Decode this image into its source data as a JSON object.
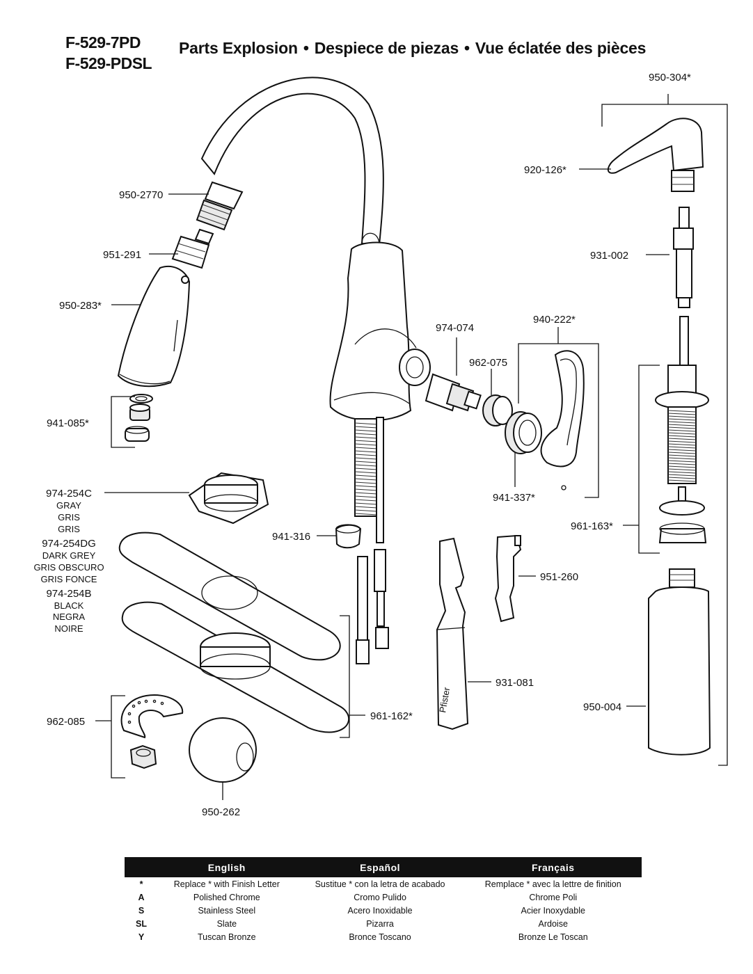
{
  "header": {
    "models": [
      "F-529-7PD",
      "F-529-PDSL"
    ],
    "title_en": "Parts Explosion",
    "title_es": "Despiece de piezas",
    "title_fr": "Vue éclatée des pièces",
    "separator": "•"
  },
  "parts": {
    "p950_304": "950-304*",
    "p920_126": "920-126*",
    "p931_002": "931-002",
    "p950_2770": "950-2770",
    "p951_291": "951-291",
    "p950_283": "950-283*",
    "p974_074": "974-074",
    "p940_222": "940-222*",
    "p962_075": "962-075",
    "p941_085": "941-085*",
    "p941_337": "941-337*",
    "p961_163": "961-163*",
    "p974_254c": "974-254C",
    "p974_254dg": "974-254DG",
    "p974_254b": "974-254B",
    "p941_316": "941-316",
    "p951_260": "951-260",
    "p931_081": "931-081",
    "p962_085": "962-085",
    "p961_162": "961-162*",
    "p950_004": "950-004",
    "p950_262": "950-262"
  },
  "finish_notes": {
    "gray": [
      "GRAY",
      "GRIS",
      "GRIS"
    ],
    "dark_grey": [
      "DARK GREY",
      "GRIS OBSCURO",
      "GRIS FONCE"
    ],
    "black": [
      "BLACK",
      "NEGRA",
      "NOIRE"
    ]
  },
  "cartridge_brand": "Pfister",
  "legend": {
    "headers": [
      "English",
      "Español",
      "Français"
    ],
    "rows": [
      {
        "code": "*",
        "en": "Replace * with Finish Letter",
        "es": "Sustitue * con la letra de acabado",
        "fr": "Remplace * avec la lettre de finition"
      },
      {
        "code": "A",
        "en": "Polished Chrome",
        "es": "Cromo Pulido",
        "fr": "Chrome Poli"
      },
      {
        "code": "S",
        "en": "Stainless Steel",
        "es": "Acero Inoxidable",
        "fr": "Acier Inoxydable"
      },
      {
        "code": "SL",
        "en": "Slate",
        "es": "Pizarra",
        "fr": "Ardoise"
      },
      {
        "code": "Y",
        "en": "Tuscan Bronze",
        "es": "Bronce Toscano",
        "fr": "Bronze Le Toscan"
      }
    ]
  }
}
